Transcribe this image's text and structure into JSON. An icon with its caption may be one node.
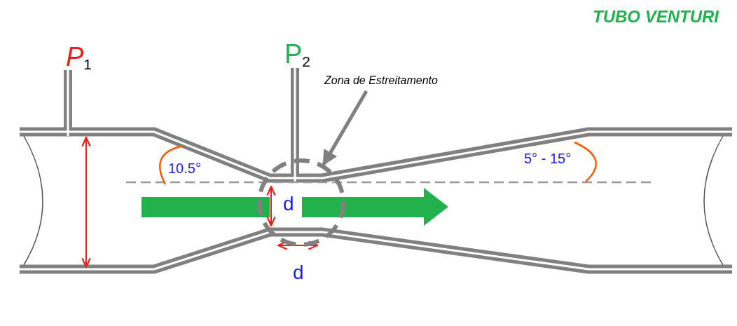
{
  "diagram": {
    "title": "TUBO VENTURI",
    "nodes": [
      {
        "text": [
          "Zona de Estreitamento"
        ]
      },
      {
        "text": [],
        "shape": "circle"
      }
    ],
    "edges": [
      {
        "from": 0,
        "to": 1,
        "arrow": "to"
      }
    ],
    "labels": [
      "*P*$_{1}$",
      "P$_{2}$",
      "10.5°",
      "5° - 15°",
      "d",
      "d"
    ]
  }
}
